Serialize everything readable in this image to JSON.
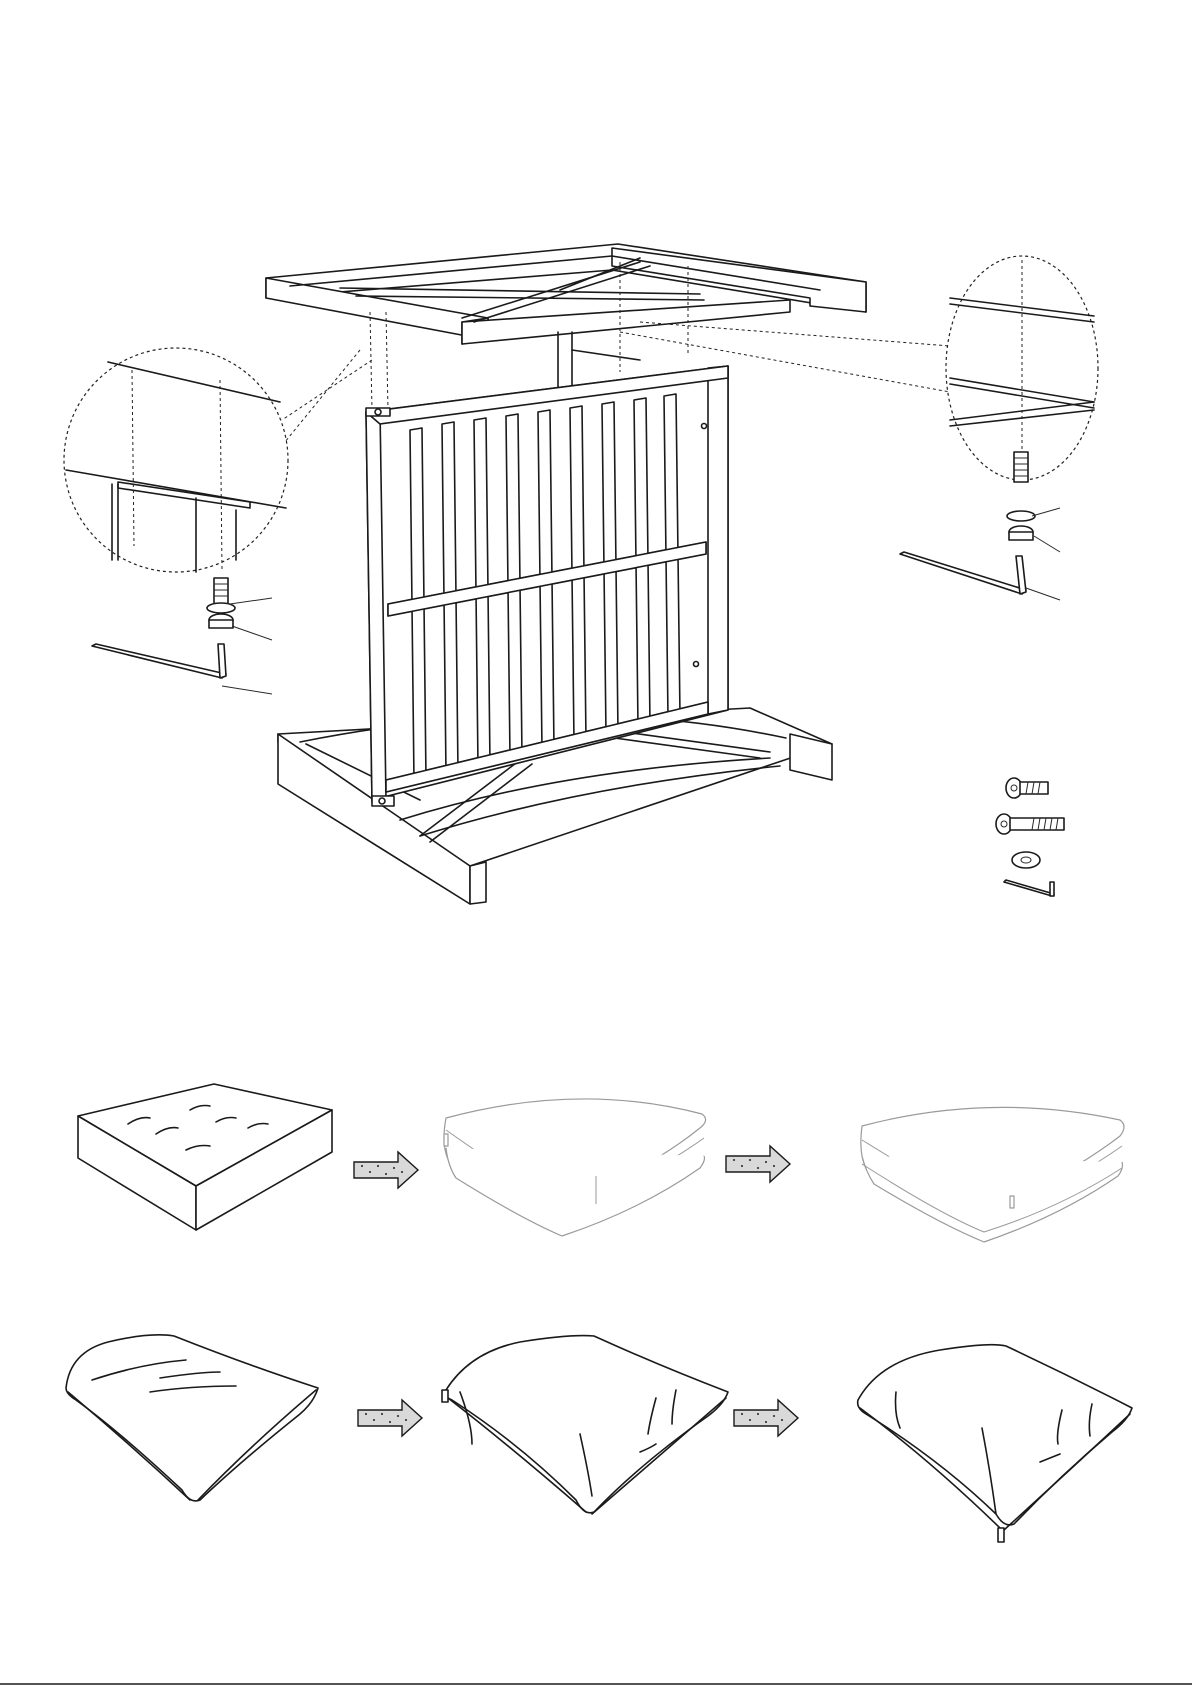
{
  "sheet": {
    "background": "#ffffff",
    "line_color": "#1a1a1a"
  },
  "assembly": {
    "parts": [
      "table-top-frame",
      "slatted-side-panel",
      "base-frame"
    ],
    "callouts": [
      "left-detail-circle",
      "right-detail-circle"
    ]
  },
  "hardware": [
    "short-bolt",
    "long-bolt",
    "washer",
    "allen-key"
  ],
  "cushion_steps": [
    {
      "row": "seat-cushion",
      "stages": [
        "foam-insert",
        "cover-partly-zipped",
        "cover-closed"
      ]
    },
    {
      "row": "back-pillow",
      "stages": [
        "pillow-insert",
        "cover-open",
        "cover-zipped"
      ]
    }
  ],
  "icons": {
    "step_arrow": "right-arrow-icon",
    "tool": "allen-key-icon"
  }
}
